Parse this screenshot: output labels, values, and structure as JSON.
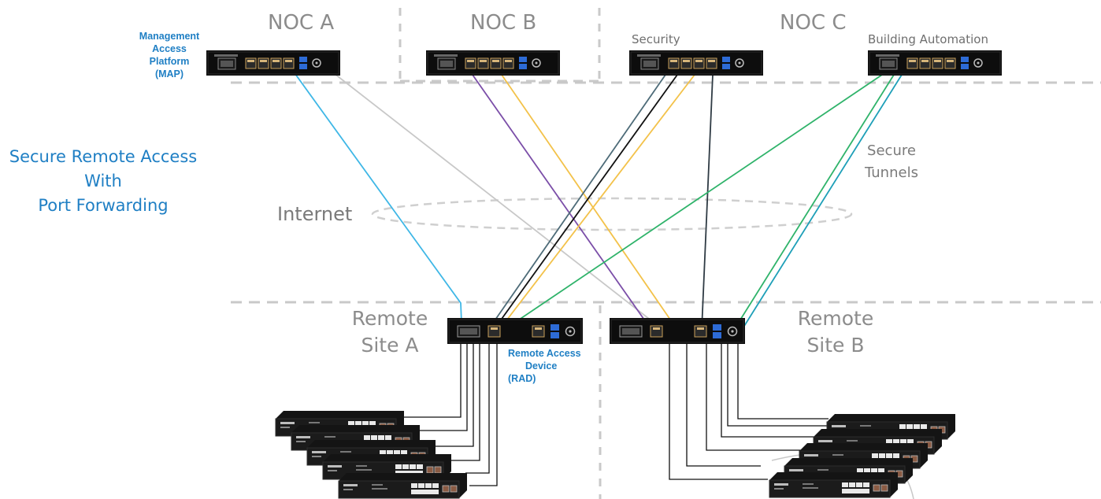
{
  "nocs": [
    {
      "label": "NOC A"
    },
    {
      "label": "NOC B"
    },
    {
      "label": "NOC C"
    }
  ],
  "devices": {
    "security_label": "Security",
    "building_automation_label": "Building Automation",
    "map_label": [
      "Management",
      "Access",
      "Platform",
      "(MAP)"
    ],
    "rad_label": [
      "Remote Access",
      "Device",
      "(RAD)"
    ]
  },
  "sites": {
    "site_a": [
      "Remote",
      "Site A"
    ],
    "site_b": [
      "Remote",
      "Site B"
    ]
  },
  "cloud": {
    "label": "Internet"
  },
  "tunnels": {
    "label": [
      "Secure",
      "Tunnels"
    ]
  },
  "title": {
    "lines": [
      "Secure Remote Access",
      "With",
      "Port Forwarding"
    ]
  },
  "colors": {
    "cyan": "#3fb7e6",
    "light_gray": "#c8c8c8",
    "purple": "#7b4ea8",
    "yellow": "#f3c24a",
    "slate": "#4d6b78",
    "dark_slate": "#2f3b44",
    "black": "#111111",
    "green": "#2fb36a",
    "teal": "#1e9fb8",
    "accent_blue": "#1f7fc4",
    "dash_gray": "#c9c9c9"
  }
}
